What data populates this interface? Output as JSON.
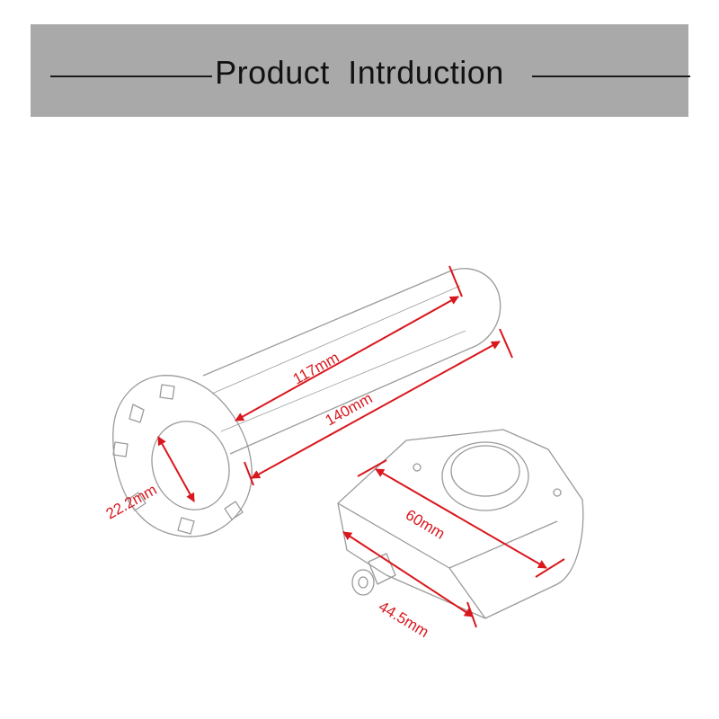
{
  "header": {
    "title": "Product  Intrduction"
  },
  "dimensions": {
    "grip_inner_length": "117mm",
    "grip_total_length": "140mm",
    "grip_inner_diameter": "22.2mm",
    "housing_length": "60mm",
    "housing_width": "44.5mm"
  },
  "colors": {
    "banner": "#a9a9a9",
    "dimension": "#d9171d",
    "outline": "#9a9a9a"
  }
}
